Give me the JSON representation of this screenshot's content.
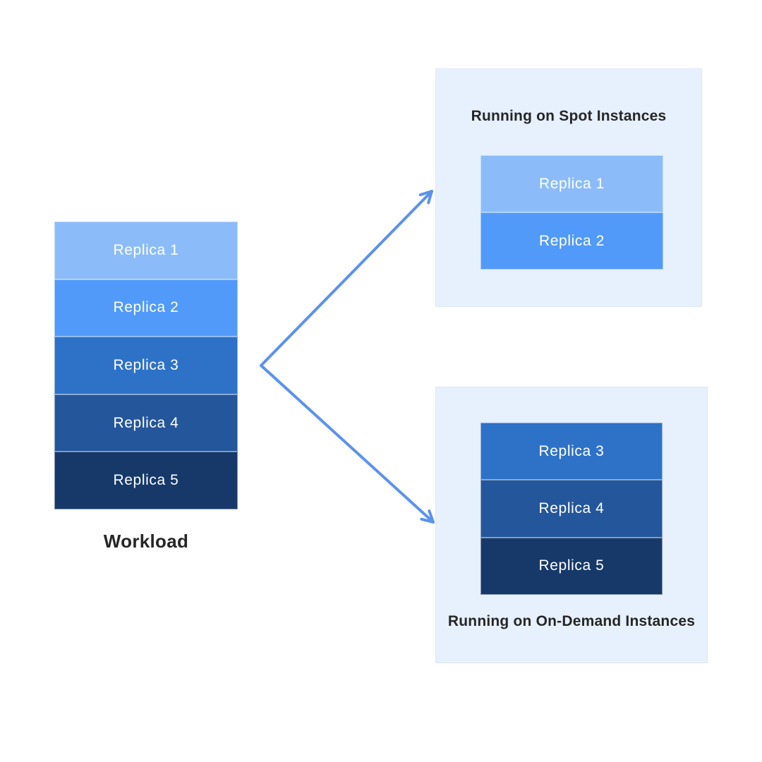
{
  "workload": {
    "label": "Workload",
    "replicas": [
      {
        "label": "Replica 1",
        "color": "#8bbcf9"
      },
      {
        "label": "Replica 2",
        "color": "#519afa"
      },
      {
        "label": "Replica 3",
        "color": "#2e72c8"
      },
      {
        "label": "Replica 4",
        "color": "#24569b"
      },
      {
        "label": "Replica 5",
        "color": "#16396a"
      }
    ]
  },
  "spot_panel": {
    "title": "Running on Spot Instances",
    "replicas": [
      {
        "label": "Replica 1",
        "color": "#8bbcf9"
      },
      {
        "label": "Replica 2",
        "color": "#519afa"
      }
    ]
  },
  "on_demand_panel": {
    "title": "Running on On-Demand Instances",
    "replicas": [
      {
        "label": "Replica 3",
        "color": "#2e72c8"
      },
      {
        "label": "Replica 4",
        "color": "#24569b"
      },
      {
        "label": "Replica 5",
        "color": "#16396a"
      }
    ]
  },
  "colors": {
    "arrow": "#5b92ee",
    "panel_background": "#e7f0fd",
    "page_background": "#ffffff",
    "title_text": "#262626",
    "replica_text": "#ffffff"
  }
}
